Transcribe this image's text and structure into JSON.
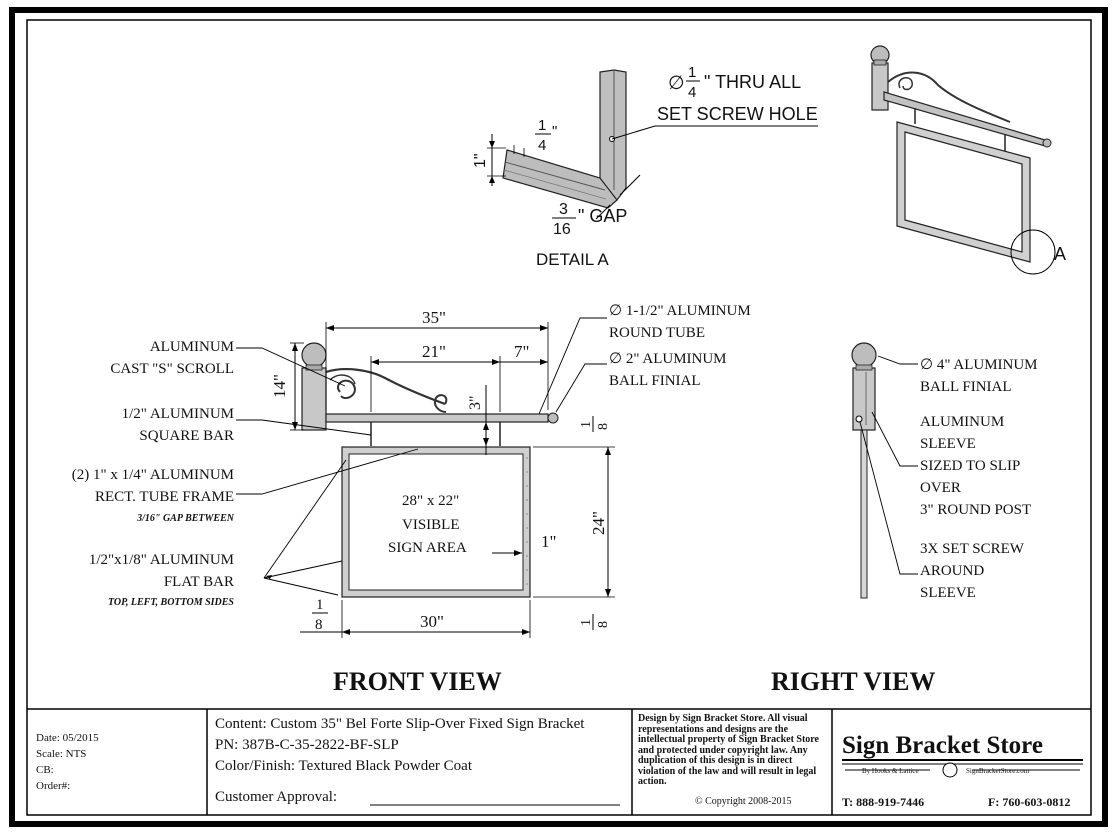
{
  "detail_a": {
    "hole_label": "∅ 1/4\" THRU ALL",
    "hole_label_2": "SET SCREW HOLE",
    "dim_thick_num": "1",
    "dim_thick_den": "4",
    "dim_thick_unit": "\"",
    "dim_height": "1\"",
    "gap_num": "3",
    "gap_den": "16",
    "gap_label": "\" GAP",
    "title": "DETAIL A",
    "callout": "A"
  },
  "front_view": {
    "title": "FRONT VIEW",
    "dim_35": "35\"",
    "dim_21": "21\"",
    "dim_7": "7\"",
    "dim_14": "14\"",
    "dim_3": "3\"",
    "dim_24": "24\"",
    "dim_30": "30\"",
    "dim_1": "1\"",
    "dim_eighth_num": "1",
    "dim_eighth_den": "8",
    "labels": {
      "scroll_1": "ALUMINUM",
      "scroll_2": "CAST \"S\" SCROLL",
      "square_1": "1/2\" ALUMINUM",
      "square_2": "SQUARE BAR",
      "frame_1": "(2) 1\" x 1/4\" ALUMINUM",
      "frame_2": "RECT. TUBE FRAME",
      "frame_note": "3/16\" GAP BETWEEN",
      "flat_1": "1/2\"x1/8\" ALUMINUM",
      "flat_2": "FLAT BAR",
      "flat_note": "TOP, LEFT, BOTTOM SIDES",
      "tube_1": "∅ 1-1/2\" ALUMINUM",
      "tube_2": "ROUND TUBE",
      "ball_1": "∅ 2\" ALUMINUM",
      "ball_2": "BALL FINIAL",
      "visible_1": "28\" x 22\"",
      "visible_2": "VISIBLE",
      "visible_3": "SIGN AREA"
    }
  },
  "right_view": {
    "title": "RIGHT VIEW",
    "ball_1": "∅ 4\" ALUMINUM",
    "ball_2": "BALL FINIAL",
    "sleeve_1": "ALUMINUM",
    "sleeve_2": "SLEEVE",
    "sleeve_3": "SIZED TO SLIP",
    "sleeve_4": "OVER",
    "sleeve_5": "3\" ROUND POST",
    "screw_1": "3X SET SCREW",
    "screw_2": "AROUND",
    "screw_3": "SLEEVE"
  },
  "title_block": {
    "date": "Date: 05/2015",
    "scale": "Scale: NTS",
    "cb": "CB:",
    "order": "Order#:",
    "content": "Content: Custom 35\" Bel Forte Slip-Over Fixed Sign Bracket",
    "pn": "PN: 387B-C-35-2822-BF-SLP",
    "finish": "Color/Finish: Textured Black Powder Coat",
    "approval": "Customer Approval:",
    "legal": "Design by Sign Bracket Store. All visual representations and designs are the intellectual property of Sign Bracket Store and protected under copyright law. Any duplication of this design is in direct violation of the law and will result in legal action.",
    "copyright": "© Copyright 2008-2015",
    "brand": "Sign Bracket Store",
    "brand_sub": "By Hooks & Lattice",
    "brand_url": "SignBracketStore.com",
    "phone": "T: 888-919-7446",
    "fax": "F: 760-603-0812"
  }
}
